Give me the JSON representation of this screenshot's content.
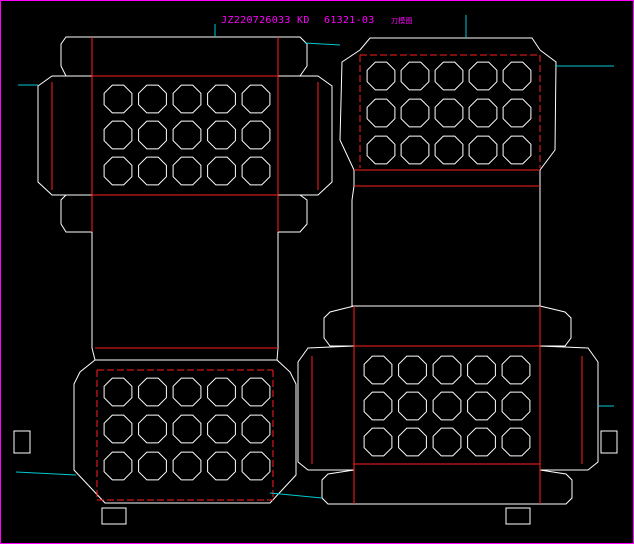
{
  "drawing": {
    "title": {
      "job": "JZ220726033 KD",
      "code": "61321-03",
      "note": "刀模图"
    },
    "colors": {
      "background": "#000000",
      "border": "#ff00ff",
      "cut_line": "#ffffff",
      "crease_line": "#ff2020",
      "dimension_line": "#00c8d0",
      "label_text": "#ff00ff"
    },
    "holes": {
      "rows_per_panel": 3,
      "cols_per_panel": 5,
      "panels": 4,
      "shape": "octagon"
    }
  }
}
